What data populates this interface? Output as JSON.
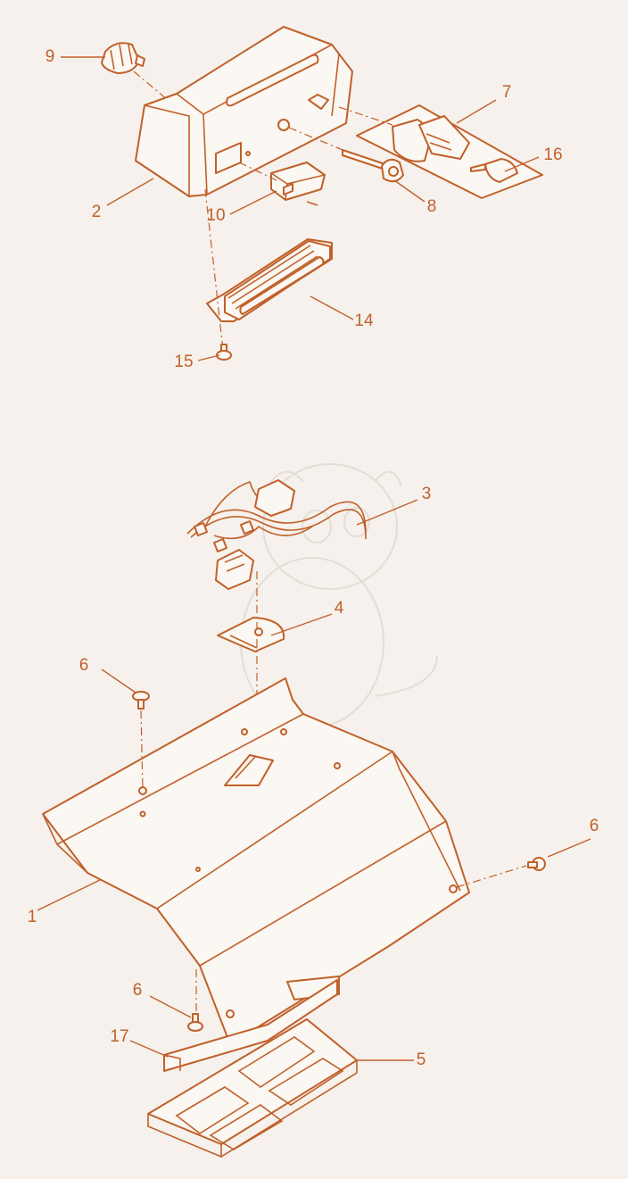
{
  "colors": {
    "ink": "#c0602a",
    "background": "#f6f1ec",
    "watermark": "#e4ddd6"
  },
  "callouts": {
    "c9": "9",
    "c2": "2",
    "c7": "7",
    "c16": "16",
    "c10": "10",
    "c8": "8",
    "c14": "14",
    "c15": "15",
    "c3": "3",
    "c4": "4",
    "c6a": "6",
    "c6b": "6",
    "c1": "1",
    "c6c": "6",
    "c17": "17",
    "c5": "5"
  }
}
